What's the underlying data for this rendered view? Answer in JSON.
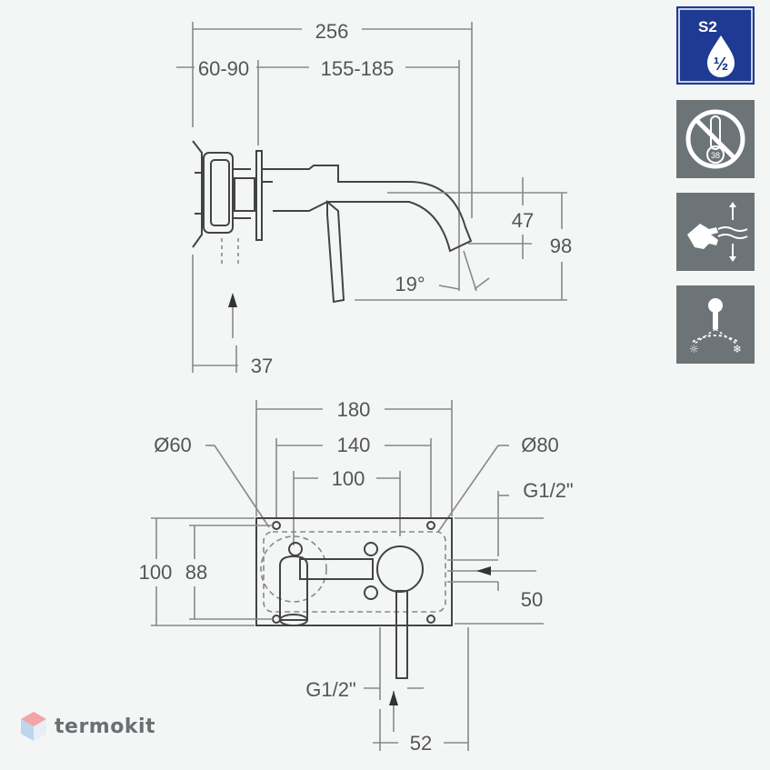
{
  "side_view": {
    "dims": {
      "overall": "256",
      "wall_depth": "60-90",
      "spout_reach": "155-185",
      "spout_offset": "47",
      "height": "98",
      "angle": "19°",
      "inlet_offset": "37"
    }
  },
  "front_view": {
    "dims": {
      "plate_width": "180",
      "hole_spacing": "140",
      "center_spacing": "100",
      "dia_left": "Ø60",
      "dia_right": "Ø80",
      "thread_right": "G1/2\"",
      "plate_height": "100",
      "inner_height": "88",
      "side_offset": "50",
      "thread_bottom": "G1/2\"",
      "bottom_offset": "52"
    }
  },
  "badges": [
    {
      "icon": "s2-half-water-drop-icon",
      "text": "S2",
      "subtext": "½",
      "color": "#1f3a93"
    },
    {
      "icon": "no-hot-thermometer-icon",
      "text": "38",
      "color": "#6c7478"
    },
    {
      "icon": "hand-temperature-flow-icon",
      "color": "#6c7478"
    },
    {
      "icon": "lever-hot-cold-icon",
      "color": "#6c7478"
    }
  ],
  "brand": {
    "name": "termokit",
    "icon": "termokit-hexagon-logo-icon"
  }
}
